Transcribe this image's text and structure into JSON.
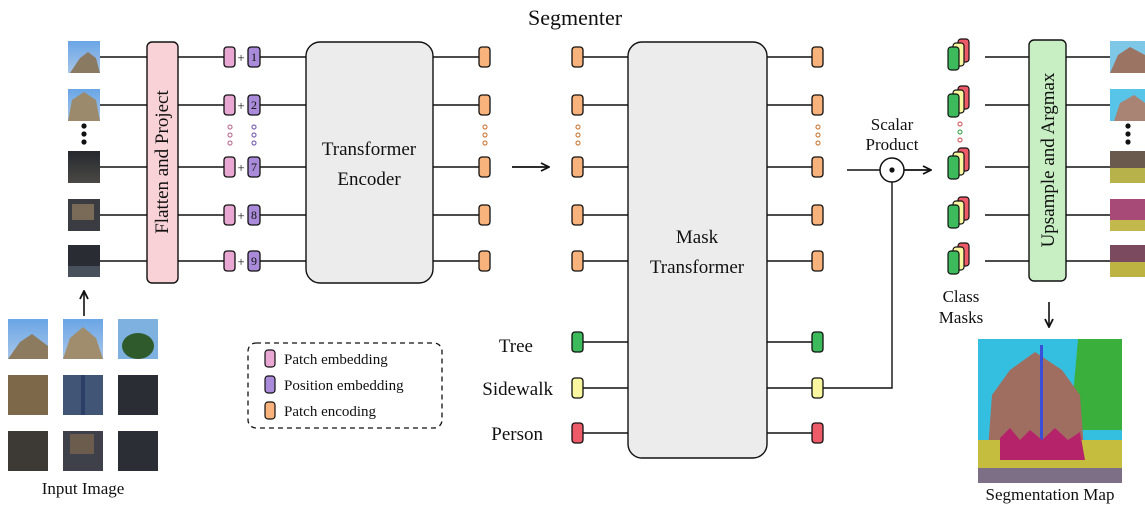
{
  "title": "Segmenter",
  "input": {
    "caption": "Input Image",
    "tile_colors": [
      [
        "#6f9fd8",
        "#7ba8de",
        "#4c7fa9"
      ],
      [
        "#6e5a42",
        "#3a4f72",
        "#2b2f3a"
      ],
      [
        "#3c3a38",
        "#3d3f48",
        "#2e3036"
      ]
    ]
  },
  "blocks": {
    "flatten": "Flatten and Project",
    "encoder_line1": "Transformer",
    "encoder_line2": "Encoder",
    "mask_line1": "Mask",
    "mask_line2": "Transformer",
    "upsample": "Upsample and Argmax"
  },
  "positions": [
    "1",
    "2",
    "7",
    "8",
    "9"
  ],
  "classes": [
    "Tree",
    "Sidewalk",
    "Person"
  ],
  "scalar_product": {
    "line1": "Scalar",
    "line2": "Product",
    "symbol": "⊙"
  },
  "class_masks": {
    "line1": "Class",
    "line2": "Masks"
  },
  "output_caption": "Segmentation Map",
  "legend": [
    {
      "label": "Patch embedding",
      "color": "#e9a8d4"
    },
    {
      "label": "Position embedding",
      "color": "#a98bd9"
    },
    {
      "label": "Patch encoding",
      "color": "#f8b27c"
    }
  ],
  "colors": {
    "patch_embedding": "#e9a8d4",
    "position_embedding": "#a98bd9",
    "patch_encoding": "#f8b27c",
    "tree": "#3dbb5c",
    "sidewalk": "#fbf6a0",
    "person": "#ee5b68",
    "flatten_block": "#f9d2d7",
    "gray_block": "#ececec",
    "upsample_block": "#c8efc4"
  }
}
